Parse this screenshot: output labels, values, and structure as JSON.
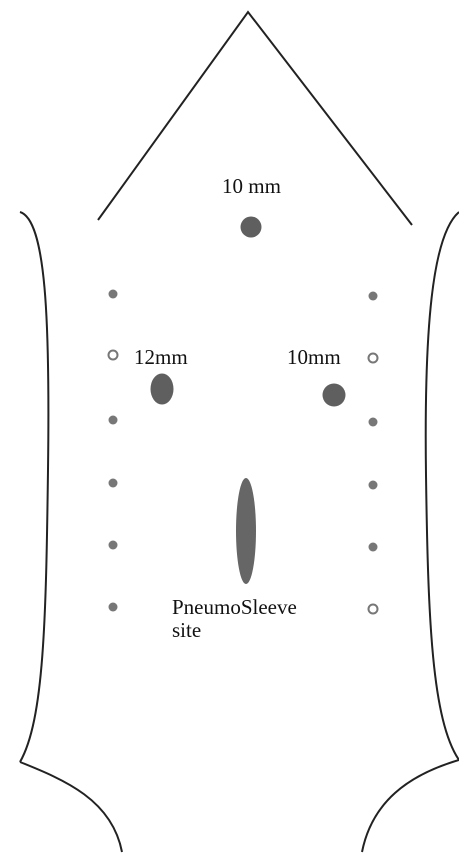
{
  "labels": {
    "port_top": "10 mm",
    "port_left": "12mm",
    "port_right": "10mm",
    "pneumosleeve_line1": "PneumoSleeve",
    "pneumosleeve_line2": "site"
  },
  "colors": {
    "outline": "#222222",
    "port_fill": "#5f5f5f",
    "sleeve_fill": "#666666",
    "background": "#ffffff"
  }
}
